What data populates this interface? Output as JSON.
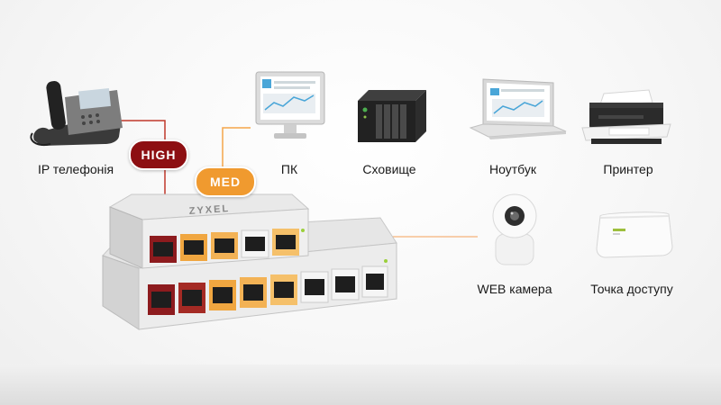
{
  "labels": {
    "ip_phone": "IP телефонія",
    "pc": "ПК",
    "storage": "Сховище",
    "laptop": "Ноутбук",
    "printer": "Принтер",
    "webcam": "WEB камера",
    "access_point": "Точка доступу"
  },
  "badges": {
    "high": "HIGH",
    "med": "MED"
  },
  "brand": "ZYXEL",
  "colors": {
    "high": "#8d0f12",
    "med": "#f09a2f",
    "high_line": "#c0392b",
    "med_line": "#f5a64a"
  },
  "icons": [
    "ip-phone-icon",
    "pc-monitor-icon",
    "nas-storage-icon",
    "laptop-icon",
    "printer-icon",
    "webcam-icon",
    "access-point-icon",
    "switch-icon"
  ]
}
